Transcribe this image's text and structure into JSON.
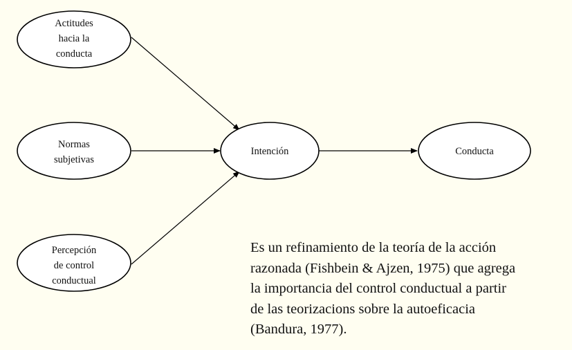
{
  "diagram": {
    "nodes": [
      {
        "id": "actitudes",
        "lines": [
          "Actitudes",
          "hacia la",
          "conducta"
        ]
      },
      {
        "id": "normas",
        "lines": [
          "Normas",
          "subjetivas"
        ]
      },
      {
        "id": "percepcion",
        "lines": [
          "Percepción",
          "de control",
          "conductual"
        ]
      },
      {
        "id": "intencion",
        "lines": [
          "Intención"
        ]
      },
      {
        "id": "conducta",
        "lines": [
          "Conducta"
        ]
      }
    ],
    "edges": [
      {
        "from": "actitudes",
        "to": "intencion"
      },
      {
        "from": "normas",
        "to": "intencion"
      },
      {
        "from": "percepcion",
        "to": "intencion"
      },
      {
        "from": "intencion",
        "to": "conducta"
      }
    ]
  },
  "description": {
    "lines": [
      "Es un refinamiento de la teoría de la acción",
      "razonada (Fishbein & Ajzen, 1975) que agrega",
      "la importancia del control conductual a partir",
      "de las teorizacions sobre la autoeficacia",
      "(Bandura, 1977)."
    ]
  },
  "colors": {
    "background": "#fffef1",
    "node_fill": "#ffffff",
    "stroke": "#000000",
    "text": "#111111"
  }
}
